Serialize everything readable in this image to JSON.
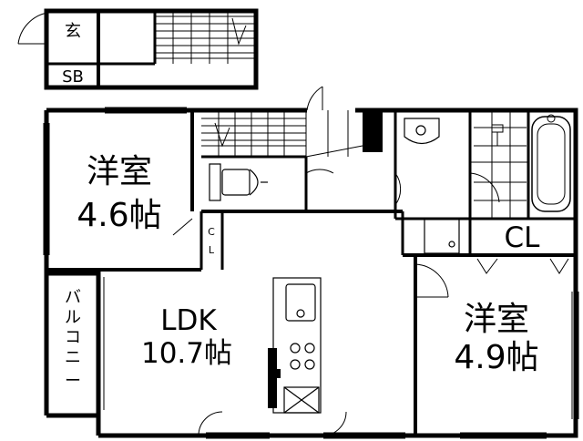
{
  "rooms": {
    "genkan": "玄",
    "shoe_box": "SB",
    "western_room_1": {
      "name": "洋室",
      "size": "4.6帖"
    },
    "closet_small": {
      "line1": "C",
      "line2": "L"
    },
    "ldk": {
      "name": "LDK",
      "size": "10.7帖"
    },
    "balcony": [
      "バ",
      "ル",
      "コ",
      "ニ",
      "ー"
    ],
    "closet_large": "CL",
    "western_room_2": {
      "name": "洋室",
      "size": "4.9帖"
    }
  }
}
